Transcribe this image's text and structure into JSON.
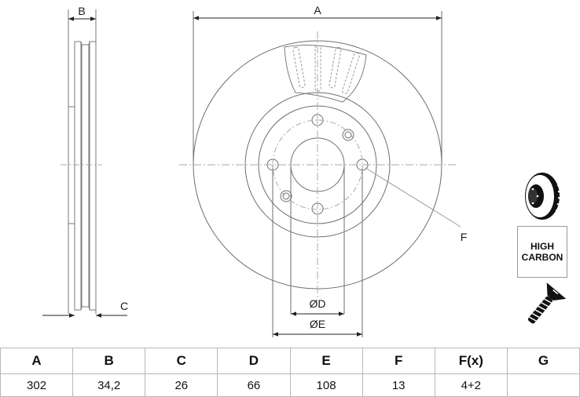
{
  "drawing": {
    "dimension_labels": {
      "A": "A",
      "B": "B",
      "C": "C",
      "D": "ØD",
      "E": "ØE",
      "F": "F"
    }
  },
  "badges": {
    "high_carbon": [
      "HIGH",
      "CARBON"
    ]
  },
  "icons": [
    "vented-brake-disc-icon",
    "high-carbon-badge",
    "countersunk-screw-icon"
  ],
  "spec_table": {
    "headers": [
      "A",
      "B",
      "C",
      "D",
      "E",
      "F",
      "F(x)",
      "G"
    ],
    "values": [
      "302",
      "34,2",
      "26",
      "66",
      "108",
      "13",
      "4+2",
      ""
    ]
  },
  "colors": {
    "line": "#6e6e6e",
    "centerline": "#a8a8a8",
    "text": "#111111",
    "table_border": "#b8b8b8"
  }
}
